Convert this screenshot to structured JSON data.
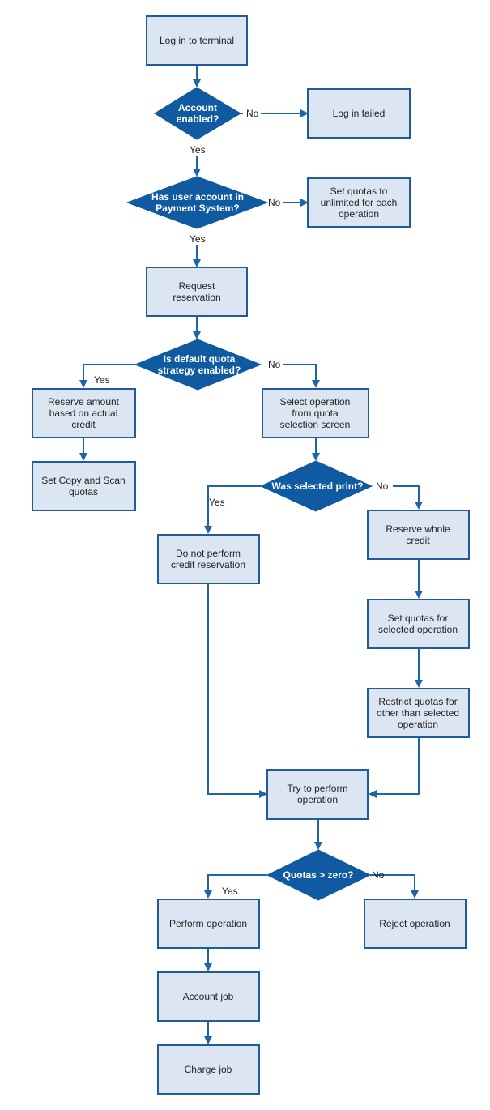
{
  "colors": {
    "box_fill": "#dce6f2",
    "box_border": "#1f5c99",
    "decision_fill": "#0f5aa0",
    "connector": "#1f64a8",
    "decision_text": "#ffffff",
    "text": "#222222"
  },
  "nodes": {
    "login": "Log in to terminal",
    "account_enabled": "Account\nenabled?",
    "login_failed": "Log in failed",
    "has_user_account": "Has user account in\nPayment System?",
    "set_unlimited": "Set quotas to\nunlimited for each\noperation",
    "request_reservation": "Request\nreservation",
    "default_quota": "Is default quota\nstrategy enabled?",
    "reserve_amount": "Reserve amount\nbased on actual\ncredit",
    "set_copy_scan": "Set Copy and Scan\nquotas",
    "select_operation": "Select operation\nfrom quota\nselection screen",
    "was_print": "Was selected print?",
    "no_reservation": "Do not perform\ncredit reservation",
    "reserve_whole": "Reserve whole\ncredit",
    "set_quotas_selected": "Set quotas for\nselected operation",
    "restrict_quotas": "Restrict quotas for\nother than selected\noperation",
    "try_perform": "Try to perform\noperation",
    "quotas_zero": "Quotas > zero?",
    "perform": "Perform operation",
    "reject": "Reject operation",
    "account_job": "Account job",
    "charge_job": "Charge job"
  },
  "labels": {
    "e_enabled_no": "No",
    "e_enabled_yes": "Yes",
    "e_has_no": "No",
    "e_has_yes": "Yes",
    "e_default_yes": "Yes",
    "e_default_no": "No",
    "e_print_yes": "Yes",
    "e_print_no": "No",
    "e_quotas_yes": "Yes",
    "e_quotas_no": "No"
  }
}
